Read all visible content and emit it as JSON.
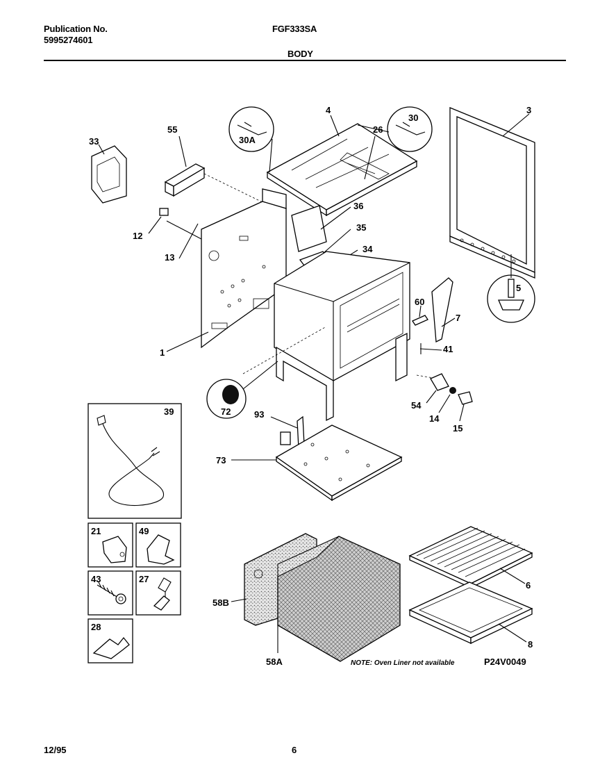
{
  "header": {
    "publication_label": "Publication No.",
    "publication_number": "5995274601",
    "model": "FGF333SA",
    "section": "BODY"
  },
  "footer": {
    "date": "12/95",
    "page": "6"
  },
  "diagram": {
    "callouts": [
      "3",
      "4",
      "30",
      "30A",
      "26",
      "55",
      "33",
      "12",
      "13",
      "36",
      "35",
      "34",
      "5",
      "60",
      "7",
      "41",
      "1",
      "72",
      "54",
      "14",
      "15",
      "93",
      "73",
      "39",
      "21",
      "49",
      "43",
      "27",
      "28",
      "6",
      "58B",
      "8",
      "58A"
    ],
    "note": "NOTE: Oven Liner not available",
    "figure_code": "P24V0049"
  }
}
